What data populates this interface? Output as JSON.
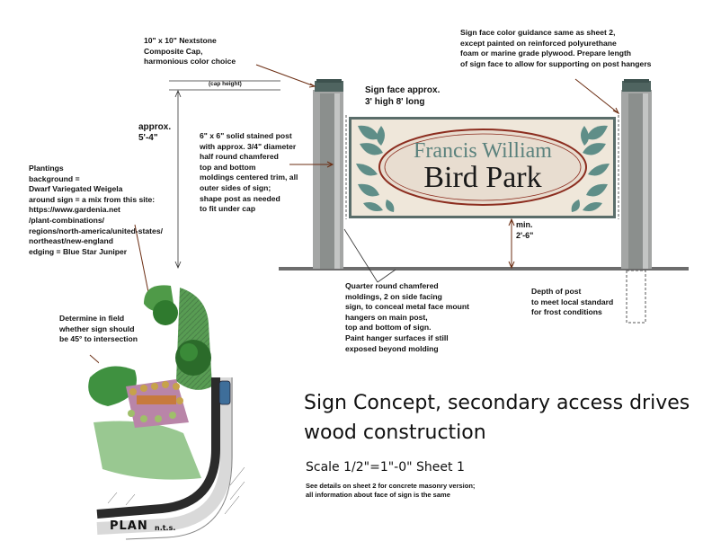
{
  "notes": {
    "cap": "10\" x 10\" Nextstone\nComposite Cap,\nharmonious color choice",
    "cap_height": "(cap height)",
    "sign_color": "Sign face color guidance same as sheet 2,\nexcept painted on reinforced polyurethane\nfoam or marine grade plywood. Prepare length\nof sign face to allow for supporting on post hangers",
    "sign_size": "Sign face approx.\n3' high 8' long",
    "approx_height": "approx.\n5'-4\"",
    "post": "6\" x 6\" solid stained  post\nwith approx. 3/4\" diameter\nhalf round chamfered\ntop and bottom\nmoldings centered trim, all\nouter sides of sign;\nshape post as needed\nto fit under cap",
    "plantings": "Plantings\nbackground =\nDwarf Variegated Weigela\naround sign = a mix from this site:\nhttps://www.gardenia.net\n/plant-combinations/\nregions/north-america/united-states/\nnortheast/new-england\nedging = Blue Star Juniper",
    "min_height": "min.\n2'-6\"",
    "quarter_round": "Quarter round chamfered\nmoldings, 2 on side facing\nsign, to conceal metal face mount\nhangers on main post,\ntop and bottom of sign.\nPaint hanger surfaces if still\nexposed beyond molding",
    "depth": "Depth of post\nto meet local standard\nfor frost conditions",
    "field": "Determine in field\nwhether sign should\nbe 45° to intersection"
  },
  "sign": {
    "line1": "Francis William",
    "line2": "Bird Park"
  },
  "title": {
    "line1": "Sign Concept, secondary access drives",
    "line2": "wood construction",
    "scale": "Scale 1/2\"=1\"-0\" Sheet 1",
    "sub": "See details on sheet 2 for concrete masonry version;\nall information about face of sign is the same"
  },
  "plan": {
    "label": "PLAN",
    "nts": "n.t.s."
  },
  "colors": {
    "post": "#9ea09f",
    "post_dark": "#6f7472",
    "cap": "#4f6460",
    "sign_face": "#efe7da",
    "leaf": "#5f8e88",
    "oval": "#e8ddd0",
    "oval_ring": "#8c2d1f",
    "name_small": "#5b827d",
    "leader": "#6b2d12",
    "grass": "#2f7a2e",
    "tree": "#2b6b2a",
    "road": "#2b2b2b"
  }
}
